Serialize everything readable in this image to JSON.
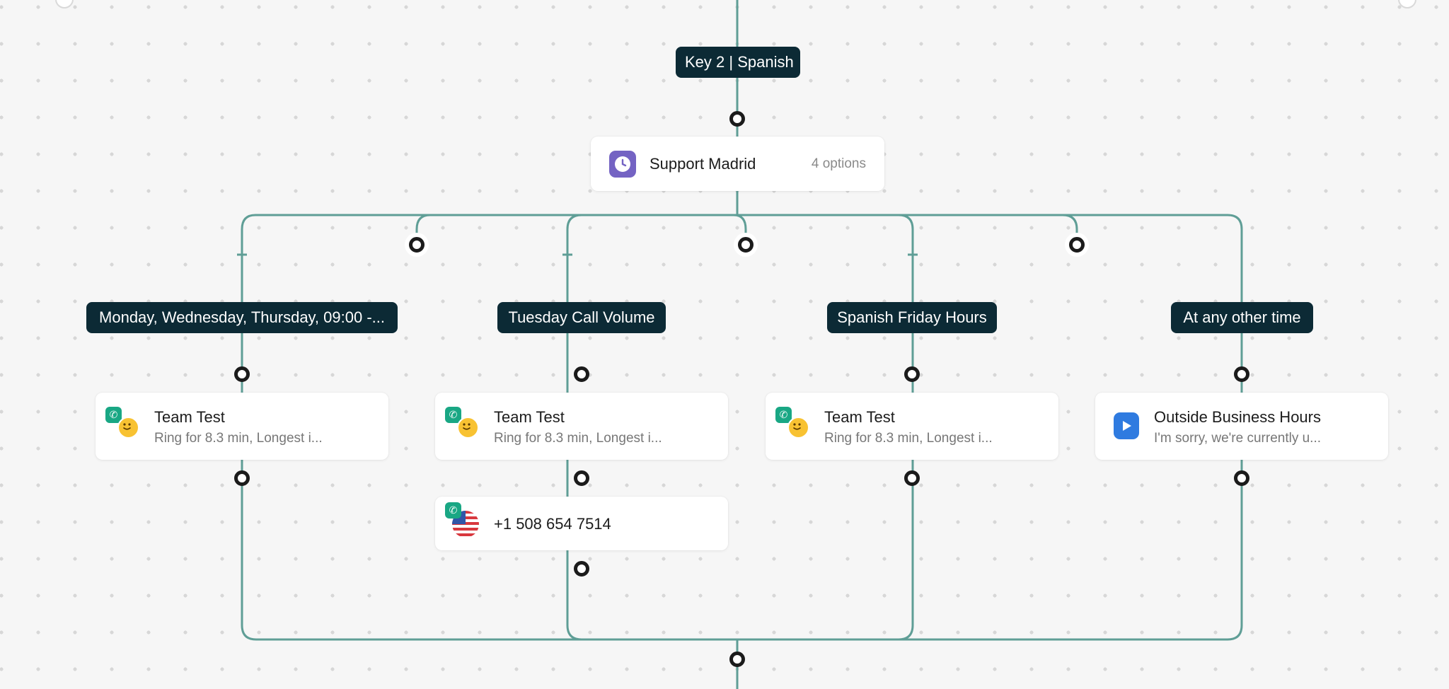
{
  "colors": {
    "connector": "#5f9e96",
    "label_bg": "#0c2a35",
    "port_border": "#1b1b1b",
    "clock_icon_bg": "#7463c3",
    "phone_badge_bg": "#19a784",
    "play_icon_bg": "#2f7be0",
    "smile_face": "#f8c232"
  },
  "entry_label": "Key 2 | Spanish",
  "menu_node": {
    "title": "Support Madrid",
    "options_count": "4 options",
    "icon": "clock-icon"
  },
  "branches": [
    {
      "label": "Monday, Wednesday, Thursday, 09:00 -...",
      "node": {
        "title": "Team Test",
        "subtitle": "Ring for 8.3 min, Longest i...",
        "icon": "team-phone-icon"
      }
    },
    {
      "label": "Tuesday Call Volume",
      "node": {
        "title": "Team Test",
        "subtitle": "Ring for 8.3 min, Longest i...",
        "icon": "team-phone-icon"
      },
      "extra_node": {
        "title": "+1 508 654 7514",
        "icon": "us-flag-phone-icon"
      }
    },
    {
      "label": "Spanish Friday Hours",
      "node": {
        "title": "Team Test",
        "subtitle": "Ring for 8.3 min, Longest i...",
        "icon": "team-phone-icon"
      }
    },
    {
      "label": "At any other time",
      "node": {
        "title": "Outside Business Hours",
        "subtitle": "I'm sorry, we're currently u...",
        "icon": "play-icon"
      }
    }
  ]
}
